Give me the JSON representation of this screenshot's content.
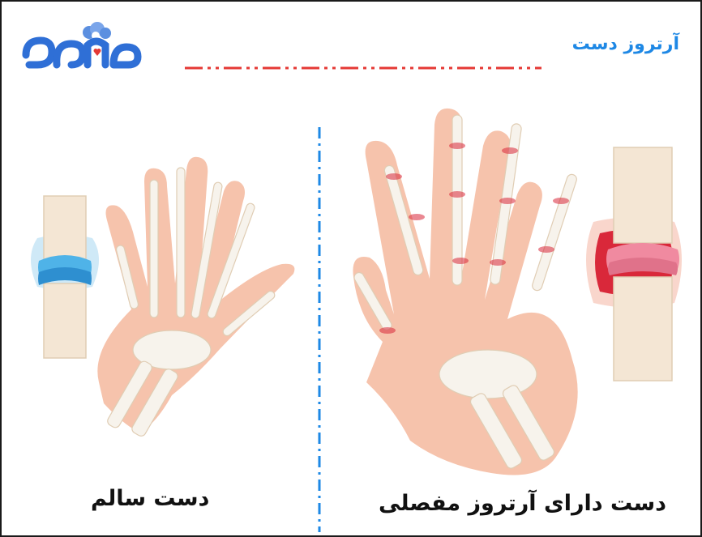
{
  "header": {
    "title": "آرتروز دست",
    "logo_text": "دکتر"
  },
  "panels": {
    "healthy": {
      "caption": "دست سالم"
    },
    "arthritic": {
      "caption": "دست دارای آرتروز مفصلی"
    }
  },
  "colors": {
    "title_blue": "#1e88e5",
    "divider_red": "#e53935",
    "divider_blue": "#1e88e5",
    "skin": "#f6c3ac",
    "bone": "#f7eee2",
    "healthy_cartilage": "#4fb3e8",
    "inflamed_joint": "#d9283a",
    "inflamed_cartilage": "#f08aa0"
  }
}
